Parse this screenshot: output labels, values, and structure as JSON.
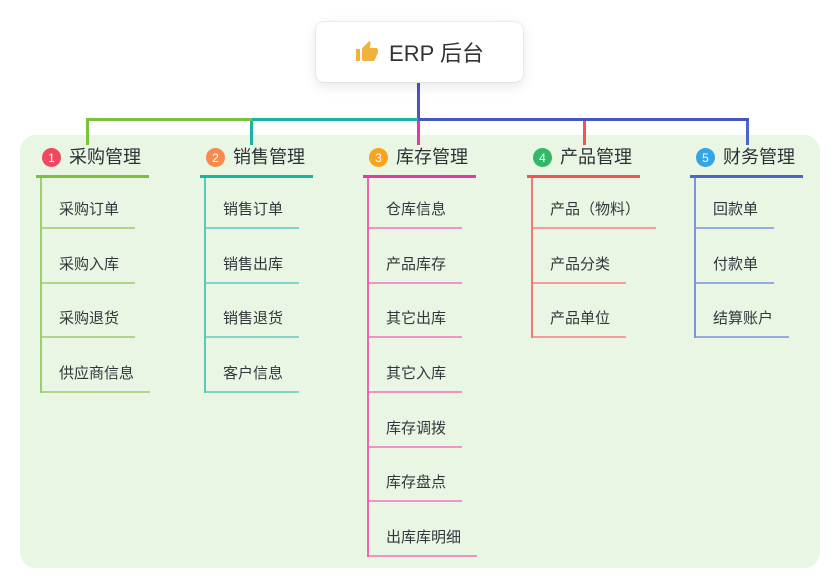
{
  "root": {
    "label": "ERP 后台",
    "icon": "thumbs-up-icon",
    "icon_color": "#f2b13c",
    "card_bg": "#ffffff",
    "text_color": "#333333",
    "connector_color": "#4856bf"
  },
  "panel": {
    "bg_color": "#e8f6e3"
  },
  "branches": [
    {
      "index": "1",
      "label": "采购管理",
      "badge_color": "#f1485f",
      "line_color": "#7cc140",
      "spine_color": "#9ccd6f",
      "child_line_color": "#aed687",
      "children": [
        "采购订单",
        "采购入库",
        "采购退货",
        "供应商信息"
      ]
    },
    {
      "index": "2",
      "label": "销售管理",
      "badge_color": "#f78b4e",
      "line_color": "#19b3a4",
      "spine_color": "#5cc7bb",
      "child_line_color": "#82d4ca",
      "children": [
        "销售订单",
        "销售出库",
        "销售退货",
        "客户信息"
      ]
    },
    {
      "index": "3",
      "label": "库存管理",
      "badge_color": "#f9a41f",
      "line_color": "#e23a9f",
      "spine_color": "#ec66b4",
      "child_line_color": "#ef94c9",
      "children": [
        "仓库信息",
        "产品库存",
        "其它出库",
        "其它入库",
        "库存调拨",
        "库存盘点",
        "出库库明细"
      ]
    },
    {
      "index": "4",
      "label": "产品管理",
      "badge_color": "#31b965",
      "line_color": "#f25353",
      "spine_color": "#f47676",
      "child_line_color": "#f79b9b",
      "children": [
        "产品（物料）",
        "产品分类",
        "产品单位"
      ]
    },
    {
      "index": "5",
      "label": "财务管理",
      "badge_color": "#35a4e2",
      "line_color": "#4a67c5",
      "spine_color": "#7b95d6",
      "child_line_color": "#93abdf",
      "children": [
        "回款单",
        "付款单",
        "结算账户"
      ]
    }
  ]
}
